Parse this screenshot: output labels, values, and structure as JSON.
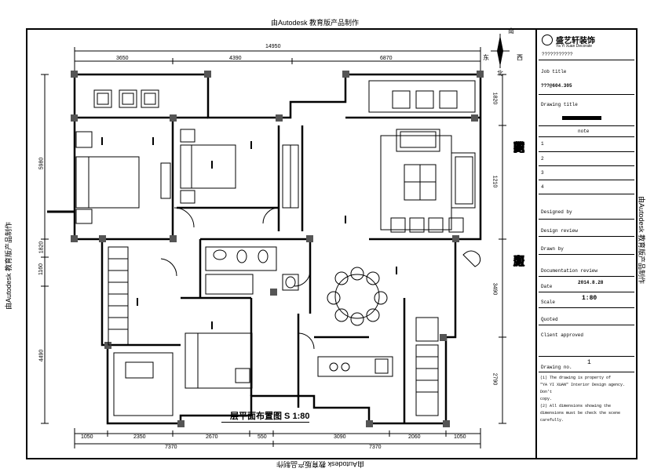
{
  "watermark": "由Autodesk 教育版产品制作",
  "watermark_bottom": "由Autodesk 教育版产品制作",
  "plan_title": "一层平面布置图  S 1:80",
  "compass": {
    "north": "北",
    "south": "南",
    "east": "东",
    "west": "西"
  },
  "dims_top": {
    "total": "14950",
    "segments": [
      "3650",
      "4390",
      "6870"
    ]
  },
  "dims_bottom": {
    "totals": [
      "7370",
      "7370"
    ],
    "segments": [
      "1050",
      "2350",
      "2670",
      "550",
      "3090",
      "2060",
      "1050"
    ]
  },
  "dims_left": [
    "5980",
    "1820",
    "1160",
    "4490"
  ],
  "dims_right": [
    "1820",
    "1210",
    "3490",
    "2790"
  ],
  "slogan_top": [
    "花",
    "更",
    "多",
    "的",
    "时",
    "间"
  ],
  "slogan_bottom": [
    "为",
    "更",
    "少",
    "人",
    "服",
    "务"
  ],
  "title_block": {
    "company_name": "盛艺轩装饰",
    "company_en": "Ya Yi Xuan Decorate",
    "company_tel": "???????????",
    "job_title_label": "Job title",
    "job_title_value": "???@604.305",
    "drawing_title_label": "Drawing title",
    "note_label": "note",
    "rows": [
      "1",
      "2",
      "3",
      "4"
    ],
    "designed_by": "Designed by",
    "design_review": "Design review",
    "drawn_by": "Drawn by",
    "documentation_review": "Documentation review",
    "date_label": "Date",
    "date_value": "2014.8.28",
    "scale_label": "Scale",
    "scale_value": "1:80",
    "quoted": "Quoted",
    "client_approved": "Client approved",
    "drawing_no_label": "Drawing no.",
    "drawing_no_value": "1",
    "notes": [
      "(1) The drawing is property of",
      "\"YA YI XUAN\" Interior Design agency. Don't",
      "copy.",
      "(2) All dimensions showing the",
      "dimensions must be check the scene",
      "carefully."
    ]
  }
}
